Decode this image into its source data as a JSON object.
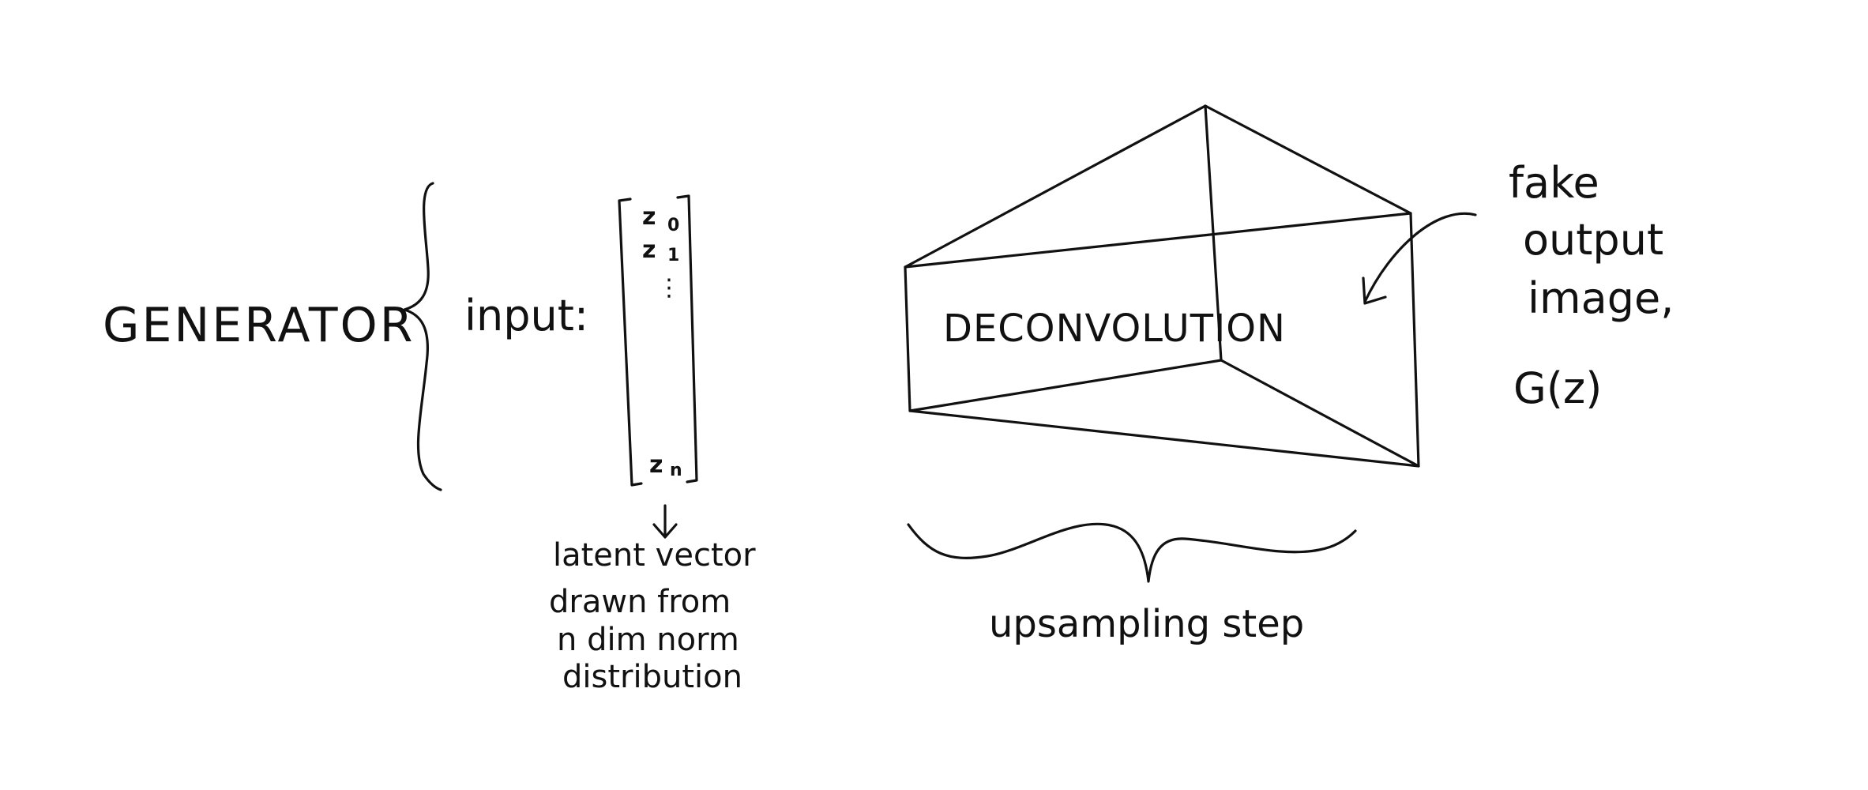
{
  "generator_label": "GENERATOR",
  "input_label": "input:",
  "vector": {
    "z0": "z",
    "z0_sub": "0",
    "z1": "z",
    "z1_sub": "1",
    "dots": "⋮",
    "zn": "z",
    "zn_sub": "n"
  },
  "latent_note": [
    "latent vector",
    "drawn from",
    "n dim norm",
    "distribution"
  ],
  "deconv_label": "DECONVOLUTION",
  "upsampling_label": "upsampling step",
  "output_note": [
    "fake",
    "output",
    "image,"
  ],
  "output_symbol": "G(z)",
  "colors": {
    "ink": "#111111",
    "background": "#ffffff"
  }
}
